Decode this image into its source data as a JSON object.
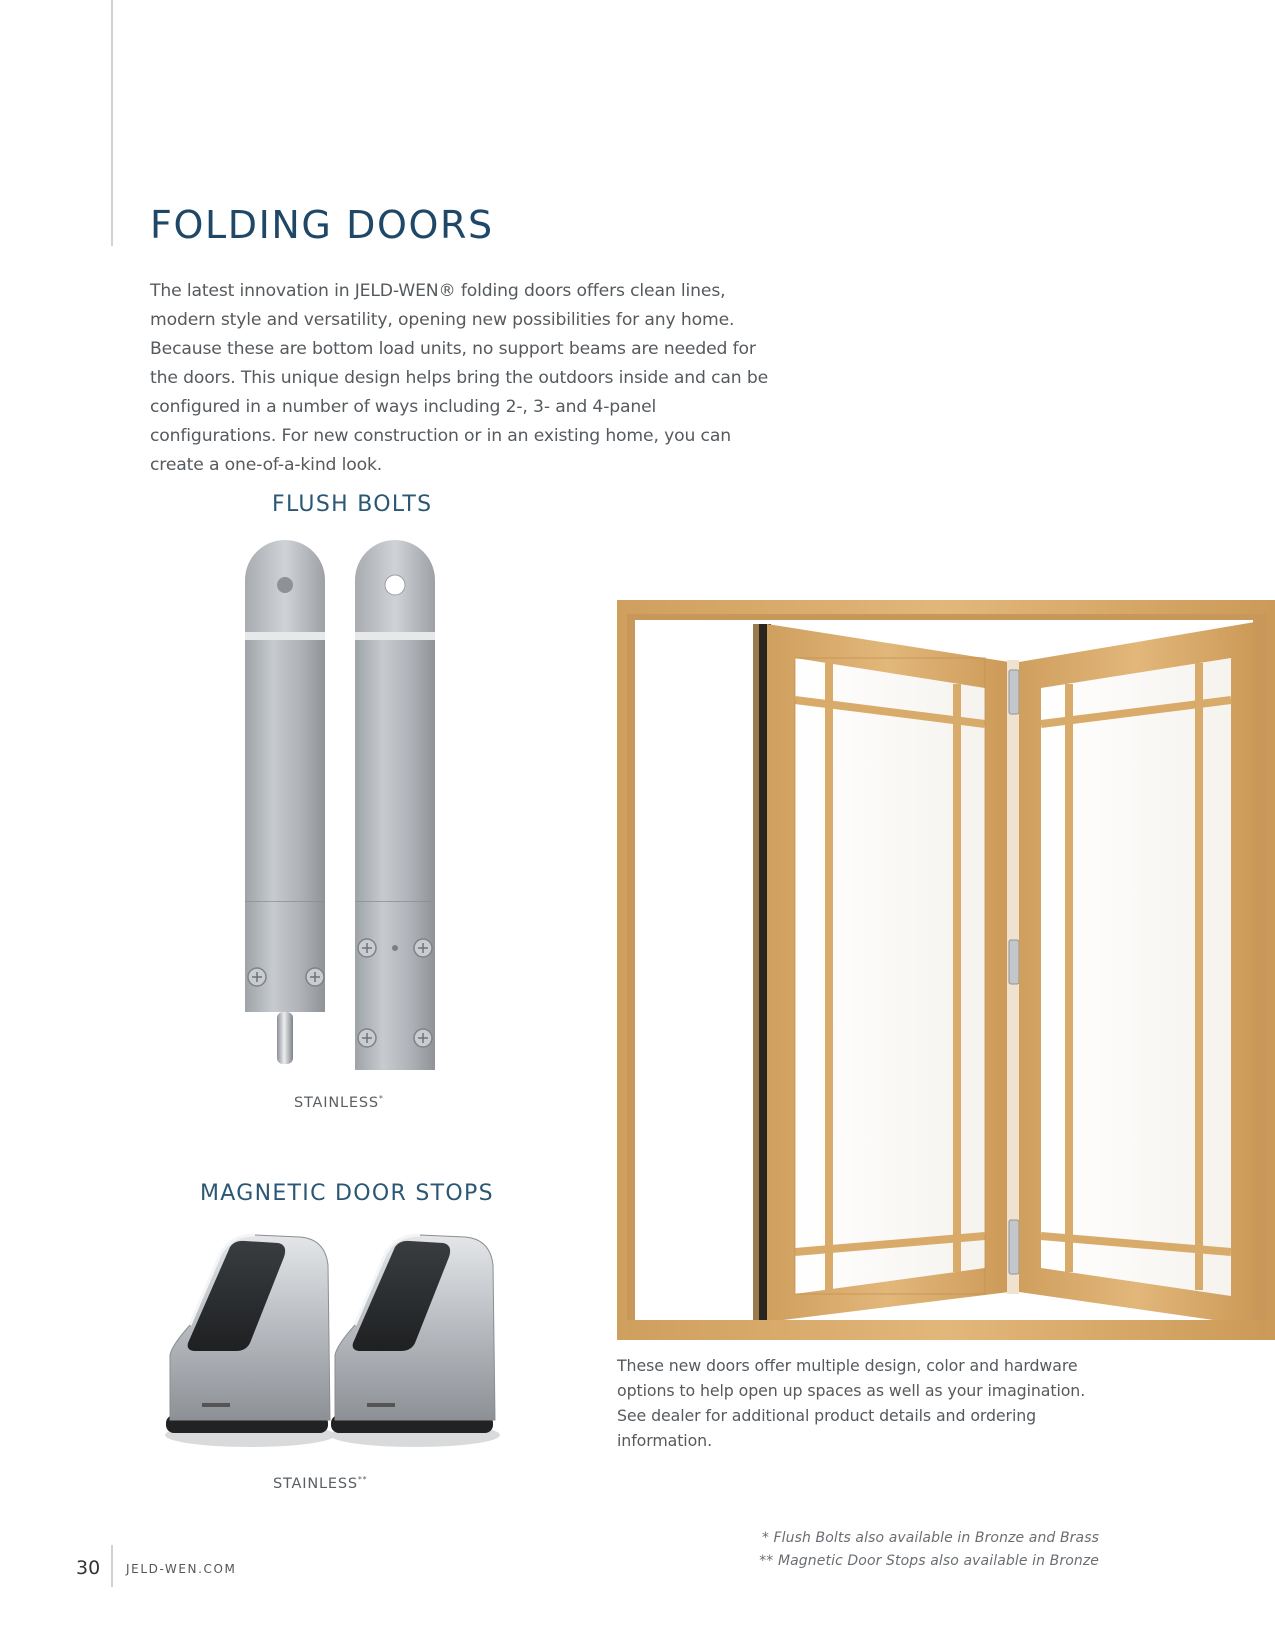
{
  "page": {
    "title": "FOLDING DOORS",
    "intro_text": "The latest innovation in JELD-WEN® folding doors offers clean lines, modern style and versatility, opening new possibilities for any home. Because these are bottom load units, no support beams are needed for the doors. This unique design helps bring the outdoors inside and can be configured in a number of ways including 2-, 3- and 4-panel configurations. For new construction or in an existing home, you can create a one-of-a-kind look.",
    "door_caption": "These new doors offer multiple design, color and hardware options to help open up spaces as well as your imagination. See dealer for additional product details and ordering information."
  },
  "flush_bolts": {
    "heading": "FLUSH BOLTS",
    "finish_label": "STAINLESS",
    "finish_mark": "*"
  },
  "magnetic_stops": {
    "heading": "MAGNETIC DOOR STOPS",
    "finish_label": "STAINLESS",
    "finish_mark": "**"
  },
  "footnotes": [
    "* Flush Bolts also available in Bronze and Brass",
    "** Magnetic Door Stops also available in Bronze"
  ],
  "footer": {
    "page_number": "30",
    "website": "JELD-WEN.COM"
  },
  "colors": {
    "heading_blue": "#1f4767",
    "subheading_blue": "#2b5775",
    "wood": "#d8ab6c",
    "stainless": "#b3b7bc"
  }
}
